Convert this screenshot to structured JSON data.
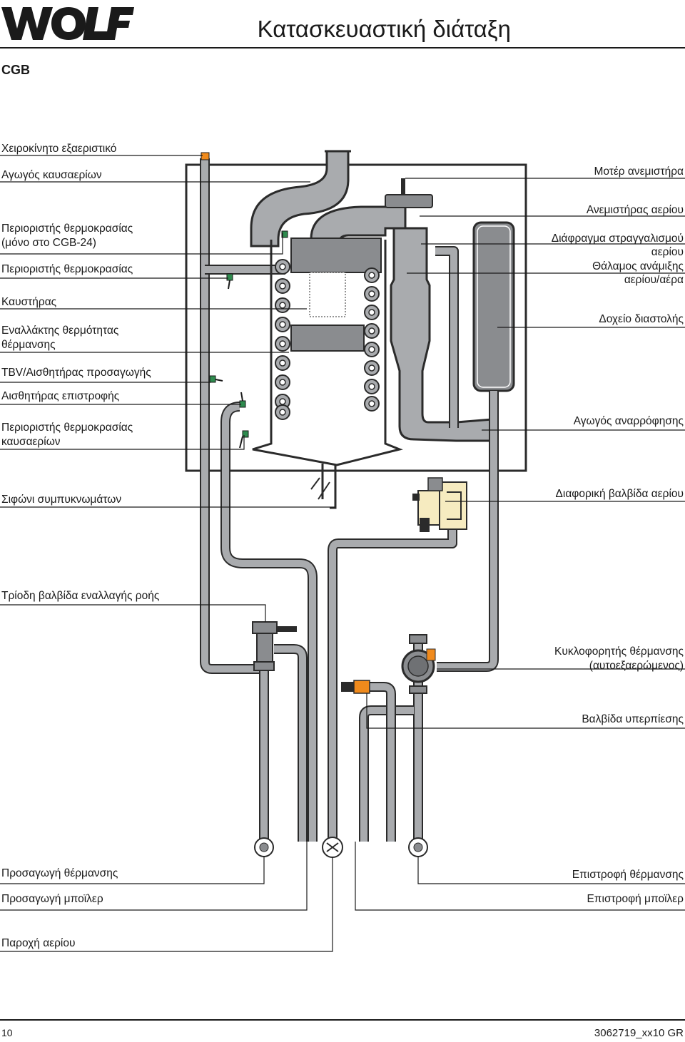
{
  "header": {
    "brand": "WOLF",
    "title": "Κατασκευαστική διάταξη",
    "model": "CGB"
  },
  "labels_left": {
    "air_vent": "Χειροκίνητο εξαεριστικό",
    "flue_pipe": "Αγωγός καυσαερίων",
    "temp_limiter_cgb24_l1": "Περιοριστής θερμοκρασίας",
    "temp_limiter_cgb24_l2": "(μόνο στο CGB-24)",
    "temp_limiter": "Περιοριστής θερμοκρασίας",
    "burner": "Καυστήρας",
    "heat_exchanger_l1": "Εναλλάκτης θερμότητας",
    "heat_exchanger_l2": "θέρμανσης",
    "tbv_flow_sensor": "TBV/Αισθητήρας προσαγωγής",
    "return_sensor": "Αισθητήρας επιστροφής",
    "flue_temp_limiter_l1": "Περιοριστής θερμοκρασίας",
    "flue_temp_limiter_l2": "καυσαερίων",
    "condensate_trap": "Σιφώνι συμπυκνωμάτων",
    "three_way_valve": "Τρίοδη βαλβίδα εναλλαγής ροής",
    "heating_flow": "Προσαγωγή θέρμανσης",
    "cylinder_flow": "Προσαγωγή μποϊλερ",
    "gas_supply": "Παροχή αερίου"
  },
  "labels_right": {
    "fan_motor": "Μοτέρ ανεμιστήρα",
    "gas_fan": "Ανεμιστήρας αερίου",
    "gas_orifice_l1": "Διάφραγμα στραγγαλισμού",
    "gas_orifice_l2": "αερίου",
    "mixing_chamber_l1": "Θάλαμος ανάμιξης",
    "mixing_chamber_l2": "αερίου/αέρα",
    "expansion_vessel": "Δοχείο διαστολής",
    "air_intake": "Αγωγός αναρρόφησης",
    "gas_valve": "Διαφορική βαλβίδα αερίου",
    "circulation_pump_l1": "Κυκλοφορητής θέρμανσης",
    "circulation_pump_l2": "(αυτοεξαερώμενος)",
    "bypass_valve": "Βαλβίδα υπερπίεσης",
    "heating_return": "Επιστροφή θέρμανσης",
    "cylinder_return": "Επιστροφή μποϊλερ"
  },
  "footer": {
    "page_number": "10",
    "document_code": "3062719_xx10 GR"
  },
  "colors": {
    "pipe": "#a9abae",
    "pipe_outline": "#2b2b2b",
    "component_dark": "#8a8c8f",
    "sensor_green": "#2e8b4e",
    "orange": "#f08a1c",
    "valve_cream": "#f6ebc0"
  }
}
